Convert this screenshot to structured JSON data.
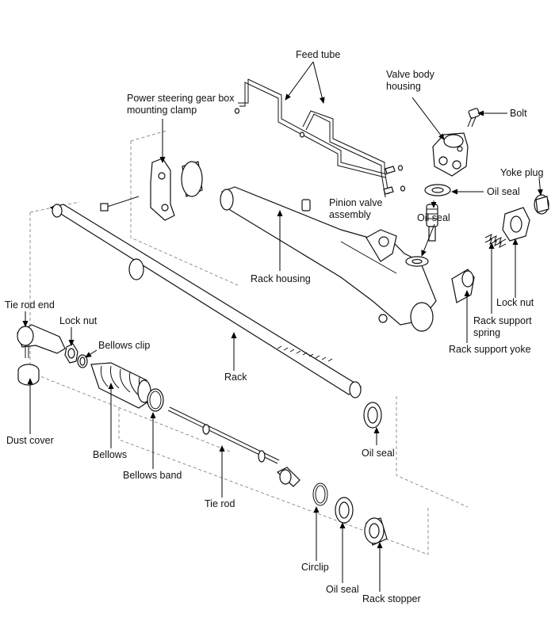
{
  "labels": {
    "feed_tube": "Feed tube",
    "valve_body_housing_1": "Valve body",
    "valve_body_housing_2": "housing",
    "bolt": "Bolt",
    "gear_box_clamp_1": "Power steering gear box",
    "gear_box_clamp_2": "mounting clamp",
    "yoke_plug": "Yoke plug",
    "oil_seal_upper": "Oil seal",
    "pinion_valve_1": "Pinion valve",
    "pinion_valve_2": "assembly",
    "oil_seal_pinion": "Oil seal",
    "rack_housing": "Rack housing",
    "lock_nut_right": "Lock nut",
    "rack_support_spring_1": "Rack support",
    "rack_support_spring_2": "spring",
    "rack_support_yoke": "Rack support yoke",
    "tie_rod_end": "Tie rod end",
    "lock_nut_left": "Lock nut",
    "bellows_clip": "Bellows clip",
    "rack": "Rack",
    "dust_cover": "Dust cover",
    "bellows": "Bellows",
    "oil_seal_rack": "Oil seal",
    "bellows_band": "Bellows band",
    "tie_rod": "Tie rod",
    "circlip": "Circlip",
    "oil_seal_lower": "Oil seal",
    "rack_stopper": "Rack stopper"
  }
}
